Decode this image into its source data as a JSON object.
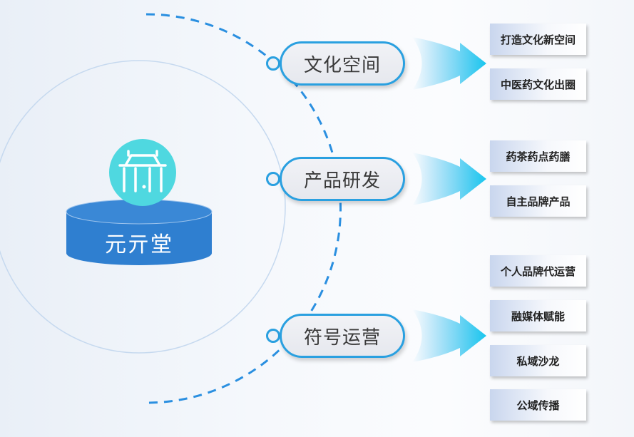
{
  "hub": {
    "label": "元亓堂",
    "icon": "gate-icon",
    "color": "#2f7fd0",
    "icon_bg": "#4fd8e0"
  },
  "branches": [
    {
      "label": "文化空间",
      "items": [
        "打造文化新空间",
        "中医药文化出圈"
      ]
    },
    {
      "label": "产品研发",
      "items": [
        "药茶药点药膳",
        "自主品牌产品"
      ]
    },
    {
      "label": "符号运营",
      "items": [
        "个人品牌代运营",
        "融媒体赋能",
        "私域沙龙",
        "公域传播"
      ]
    }
  ]
}
